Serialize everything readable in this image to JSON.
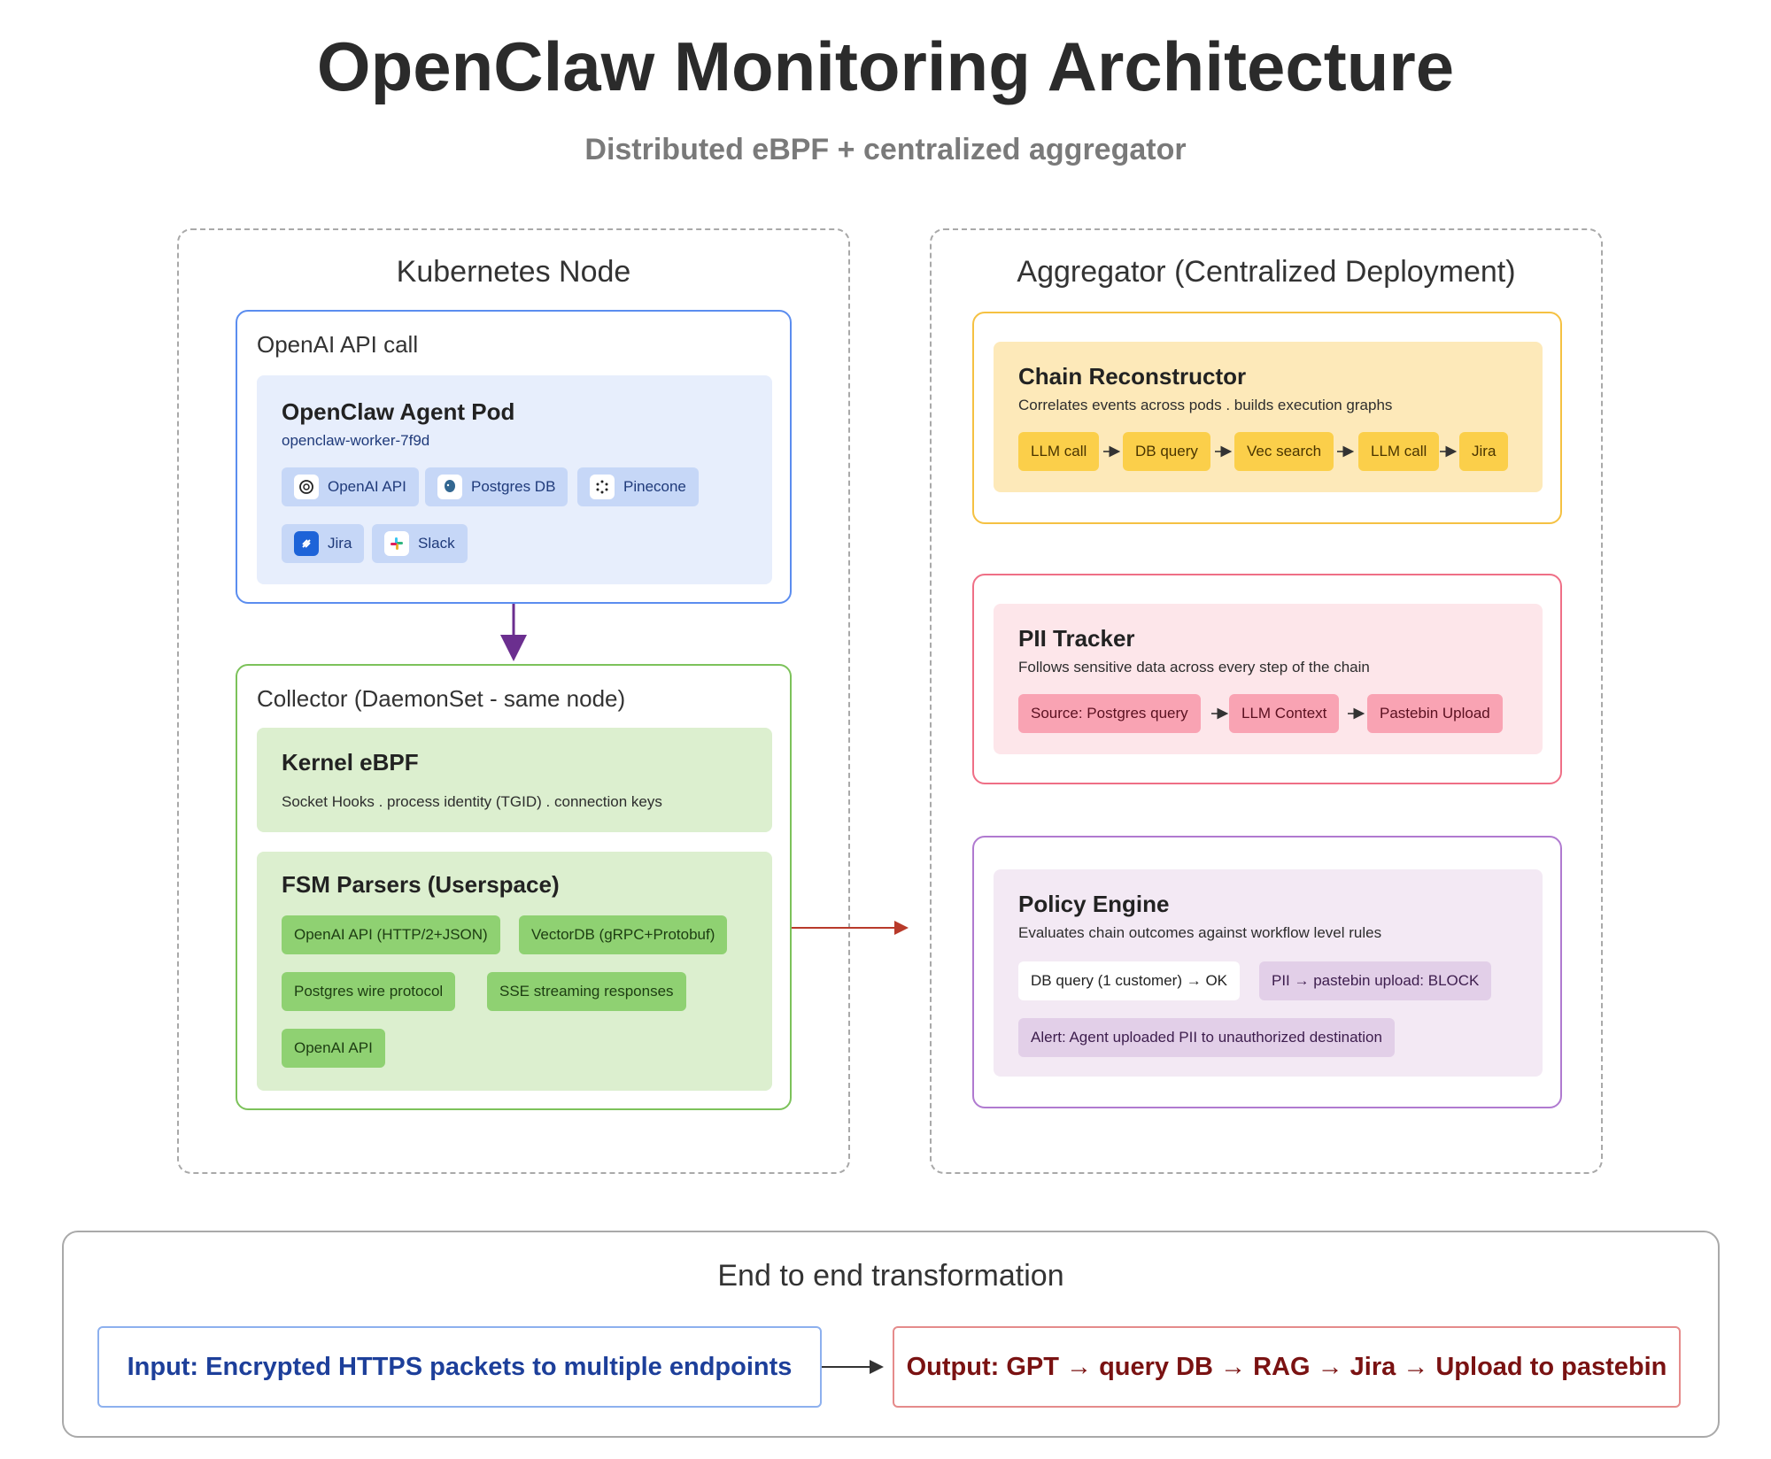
{
  "title": "OpenClaw Monitoring Architecture",
  "subtitle": "Distributed eBPF + centralized aggregator",
  "kubernetes_node": {
    "title": "Kubernetes Node",
    "api_box": {
      "label": "OpenAI API call",
      "pod": {
        "title": "OpenClaw Agent Pod",
        "subtitle": "openclaw-worker-7f9d",
        "services": [
          {
            "label": "OpenAI API",
            "icon": "openai-icon"
          },
          {
            "label": "Postgres DB",
            "icon": "postgres-icon"
          },
          {
            "label": "Pinecone",
            "icon": "pinecone-icon"
          },
          {
            "label": "Jira",
            "icon": "jira-icon"
          },
          {
            "label": "Slack",
            "icon": "slack-icon"
          }
        ]
      }
    },
    "collector": {
      "label": "Collector (DaemonSet - same node)",
      "kernel": {
        "title": "Kernel eBPF",
        "desc": "Socket Hooks . process identity (TGID) . connection keys"
      },
      "fsm": {
        "title": "FSM Parsers (Userspace)",
        "parsers": [
          "OpenAI API (HTTP/2+JSON)",
          "VectorDB (gRPC+Protobuf)",
          "Postgres wire protocol",
          "SSE streaming responses",
          "OpenAI API"
        ]
      }
    }
  },
  "aggregator": {
    "title": "Aggregator (Centralized Deployment)",
    "chain": {
      "title": "Chain Reconstructor",
      "desc": "Correlates events across pods . builds execution graphs",
      "steps": [
        "LLM call",
        "DB query",
        "Vec search",
        "LLM call",
        "Jira"
      ]
    },
    "pii": {
      "title": "PII Tracker",
      "desc": "Follows sensitive data across every step of the chain",
      "steps": [
        "Source: Postgres query",
        "LLM Context",
        "Pastebin Upload"
      ]
    },
    "policy": {
      "title": "Policy Engine",
      "desc": "Evaluates chain outcomes against workflow level rules",
      "rules": [
        "DB query (1 customer) → OK",
        "PII → pastebin upload: BLOCK",
        "Alert: Agent uploaded PII to unauthorized destination"
      ]
    }
  },
  "end_to_end": {
    "title": "End to end transformation",
    "input": "Input: Encrypted HTTPS packets to multiple endpoints",
    "output": "Output: GPT → query DB → RAG → Jira → Upload to pastebin"
  },
  "colors": {
    "blue_border": "#5b8def",
    "blue_panel": "#e7eefc",
    "green_border": "#7cc25a",
    "green_panel": "#dcefcf",
    "green_chip": "#8fd172",
    "yellow_border": "#f5c142",
    "yellow_panel": "#fde9b9",
    "yellow_chip": "#fbcf4a",
    "red_border": "#ef6f86",
    "red_panel": "#fde6ea",
    "red_chip": "#f9a3b3",
    "purple_border": "#b07ad0",
    "purple_panel": "#f3e9f4",
    "purple_chip": "#e2cfe8"
  }
}
